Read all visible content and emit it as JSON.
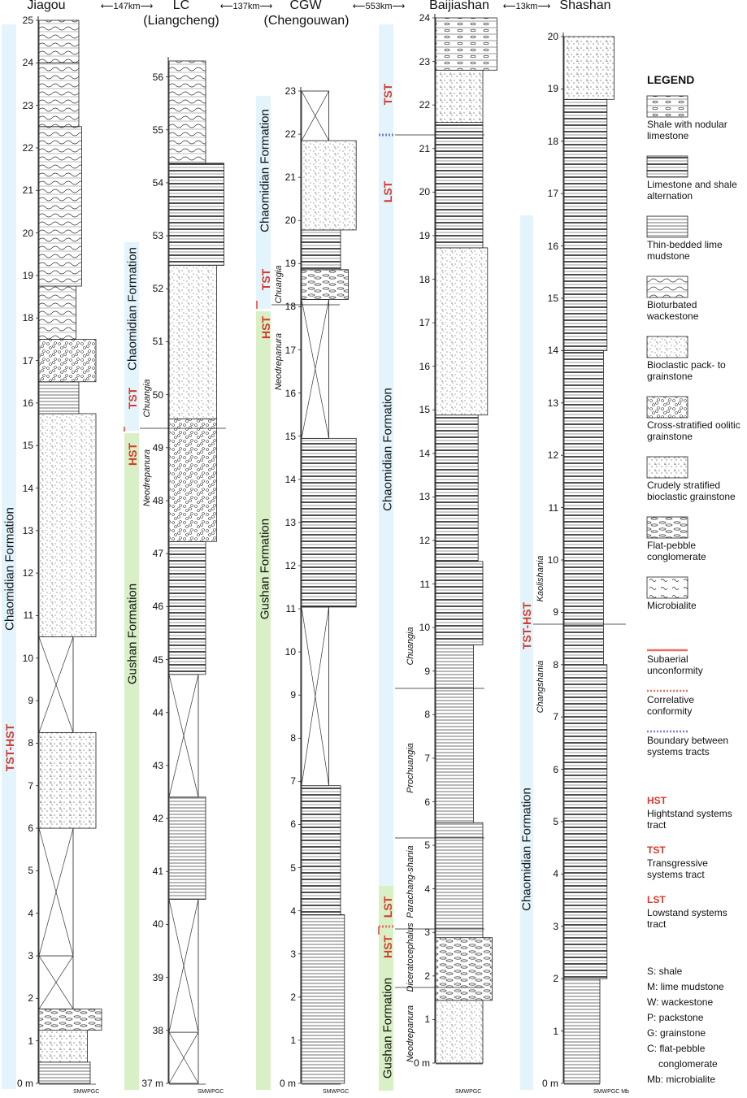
{
  "headers": {
    "jiagou": "Jiagou",
    "lc": "LC",
    "lc_full": "(Liangcheng)",
    "cgw": "CGW",
    "cgw_full": "(Chengouwan)",
    "baijiashan": "Baijiashan",
    "shashan": "Shashan"
  },
  "distances": [
    "147km",
    "137km",
    "553km",
    "13km"
  ],
  "columns": {
    "jiagou": {
      "ticks": [
        "0 m",
        "1",
        "2",
        "3",
        "4",
        "5",
        "6",
        "7",
        "8",
        "9",
        "10",
        "11",
        "12",
        "13",
        "14",
        "15",
        "16",
        "17",
        "18",
        "19",
        "20",
        "21",
        "22",
        "23",
        "24",
        "25"
      ],
      "formations": [
        "Chaomidian Formation"
      ],
      "systems_tracts": [
        "TST-HST"
      ],
      "footer": "SMWPGC"
    },
    "lc": {
      "ticks": [
        "37 m",
        "38",
        "39",
        "40",
        "41",
        "42",
        "43",
        "44",
        "45",
        "46",
        "47",
        "48",
        "49",
        "50",
        "51",
        "52",
        "53",
        "54",
        "55",
        "56"
      ],
      "formations": [
        "Gushan Formation",
        "Chaomidian Formation"
      ],
      "systems_tracts": [
        "HST",
        "TST"
      ],
      "genera": [
        "Neodrepanura",
        "Chuangia"
      ],
      "footer": "SMWPGC"
    },
    "cgw": {
      "ticks": [
        "0 m",
        "1",
        "2",
        "3",
        "4",
        "5",
        "6",
        "7",
        "8",
        "9",
        "10",
        "11",
        "12",
        "13",
        "14",
        "15",
        "16",
        "17",
        "18",
        "19",
        "20",
        "21",
        "22",
        "23"
      ],
      "formations": [
        "Gushan Formation",
        "Chaomidian Formation"
      ],
      "systems_tracts": [
        "HST",
        "TST"
      ],
      "genera": [
        "Neodrepanura",
        "Chuangia"
      ],
      "footer": "SMWPGC"
    },
    "baijiashan": {
      "ticks": [
        "0 m",
        "1",
        "2",
        "3",
        "4",
        "5",
        "6",
        "7",
        "8",
        "9",
        "10",
        "11",
        "12",
        "13",
        "14",
        "15",
        "16",
        "17",
        "18",
        "19",
        "20",
        "21",
        "22",
        "23",
        "24"
      ],
      "formations": [
        "Gushan Formation",
        "Chaomidian Formation"
      ],
      "systems_tracts": [
        "HST",
        "LST",
        "LST",
        "TST"
      ],
      "genera": [
        "Neodrepanura",
        "Diceratocephalus",
        "Parachang-shania",
        "Prochuangia",
        "Chuangia"
      ],
      "footer": "SMWPGC"
    },
    "shashan": {
      "ticks": [
        "0 m",
        "1",
        "2",
        "3",
        "4",
        "5",
        "6",
        "7",
        "8",
        "9",
        "10",
        "11",
        "12",
        "13",
        "14",
        "15",
        "16",
        "17",
        "18",
        "19",
        "20"
      ],
      "formations": [
        "Chaomidian Formation"
      ],
      "systems_tracts": [
        "TST-HST"
      ],
      "genera": [
        "Changshania",
        "Kaolishania"
      ],
      "footer": "SMWPGC Mb"
    }
  },
  "legend": {
    "title": "LEGEND",
    "items": [
      "Shale with nodular limestone",
      "Limestone and shale alternation",
      "Thin-bedded lime mudstone",
      "Bioturbated wackestone",
      "Bioclastic pack- to grainstone",
      "Cross-stratified oolitic grainstone",
      "Crudely stratified bioclastic grainstone",
      "Flat-pebble conglomerate",
      "Microbialite"
    ],
    "lines": [
      "Subaerial unconformity",
      "Correlative conformity",
      "Boundary between systems tracts"
    ],
    "tracts": [
      {
        "abbr": "HST",
        "text": "Hightstand systems tract"
      },
      {
        "abbr": "TST",
        "text": "Transgressive systems tract"
      },
      {
        "abbr": "LST",
        "text": "Lowstand systems tract"
      }
    ],
    "key": [
      "S: shale",
      "M: lime mudstone",
      "W: wackestone",
      "P: packstone",
      "G: grainstone",
      "C: flat-pebble",
      "conglomerate",
      "Mb: microbialite"
    ]
  },
  "colors": {
    "tract_label": "#d6392b",
    "formation_band_light_blue": "#e3f4fc",
    "formation_band_light_green": "#d9f0c6",
    "subaerial_line": "#e8705f",
    "correlative_line": "#e8705f",
    "boundary_line": "#7a7ae0"
  }
}
